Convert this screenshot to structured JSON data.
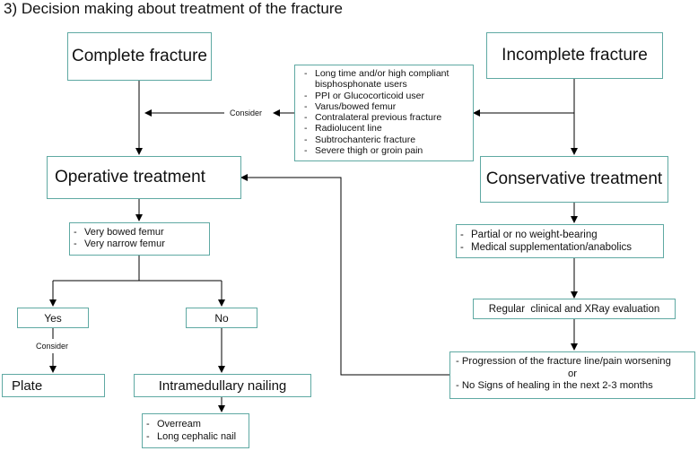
{
  "title": "3) Decision making about treatment of the fracture",
  "nodes": {
    "complete_fracture": "Complete fracture",
    "incomplete_fracture": "Incomplete fracture",
    "risk_factors": [
      "Long time and/or high compliant bisphosphonate users",
      "PPI or Glucocorticoid user",
      "Varus/bowed femur",
      "Contralateral previous fracture",
      "Radiolucent line",
      "Subtrochanteric fracture",
      "Severe thigh or groin pain"
    ],
    "operative_treatment": "Operative treatment",
    "conservative_treatment": "Conservative treatment",
    "femur_conditions": [
      "Very bowed femur",
      "Very narrow femur"
    ],
    "yes": "Yes",
    "no": "No",
    "plate": "Plate",
    "intramedullary_nailing": "Intramedullary nailing",
    "nailing_options": [
      "Overream",
      "Long cephalic nail"
    ],
    "conservative_measures": [
      "Partial or no weight-bearing",
      "Medical supplementation/anabolics"
    ],
    "evaluation": "Regular  clinical and XRay evaluation",
    "progression": {
      "line1": "- Progression of the fracture line/pain worsening",
      "or": "or",
      "line2": "- No Signs of healing in the next 2-3 months"
    }
  },
  "edge_labels": {
    "consider_top": "Consider",
    "consider_yes": "Consider"
  },
  "colors": {
    "box_border": "#5fa9a3",
    "connector": "#000000"
  }
}
